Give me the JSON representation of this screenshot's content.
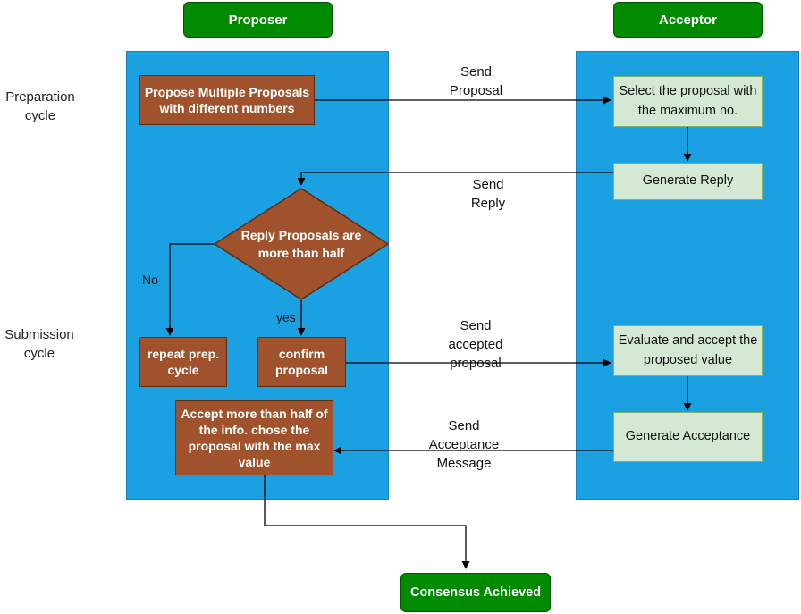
{
  "headers": {
    "proposer": "Proposer",
    "acceptor": "Acceptor"
  },
  "cycles": {
    "preparation": "Preparation\ncycle",
    "submission": "Submission\ncycle"
  },
  "proposer_nodes": {
    "propose": "Propose Multiple Proposals with different numbers",
    "decision": "Reply Proposals are more than half",
    "repeat": "repeat prep. cycle",
    "confirm": "confirm proposal",
    "accept_half": "Accept more than half of the info. chose the proposal with the max value"
  },
  "acceptor_nodes": {
    "select": "Select the proposal with the maximum no.",
    "generate_reply": "Generate Reply",
    "evaluate": "Evaluate and accept the proposed value",
    "generate_acceptance": "Generate Acceptance"
  },
  "edge_labels": {
    "send_proposal": "Send\nProposal",
    "send_reply": "Send\nReply",
    "no": "No",
    "yes": "yes",
    "send_accepted": "Send\naccepted\nproposal",
    "send_acceptance": "Send\nAcceptance\nMessage"
  },
  "terminal": "Consensus Achieved",
  "colors": {
    "lane": "#1ba1e2",
    "header": "#008a00",
    "process": "#a0522d",
    "acceptor_box": "#d5e8d4"
  }
}
